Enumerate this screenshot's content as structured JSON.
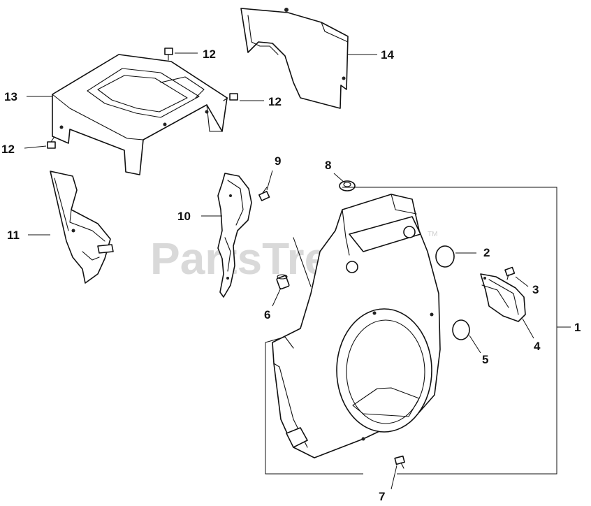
{
  "watermark": {
    "text": "PartsTree",
    "trademark": "TM"
  },
  "callouts": {
    "c1": "1",
    "c2": "2",
    "c3": "3",
    "c4": "4",
    "c5": "5",
    "c6": "6",
    "c7": "7",
    "c8": "8",
    "c9": "9",
    "c10": "10",
    "c11": "11",
    "c12a": "12",
    "c12b": "12",
    "c12c": "12",
    "c13": "13",
    "c14": "14"
  }
}
